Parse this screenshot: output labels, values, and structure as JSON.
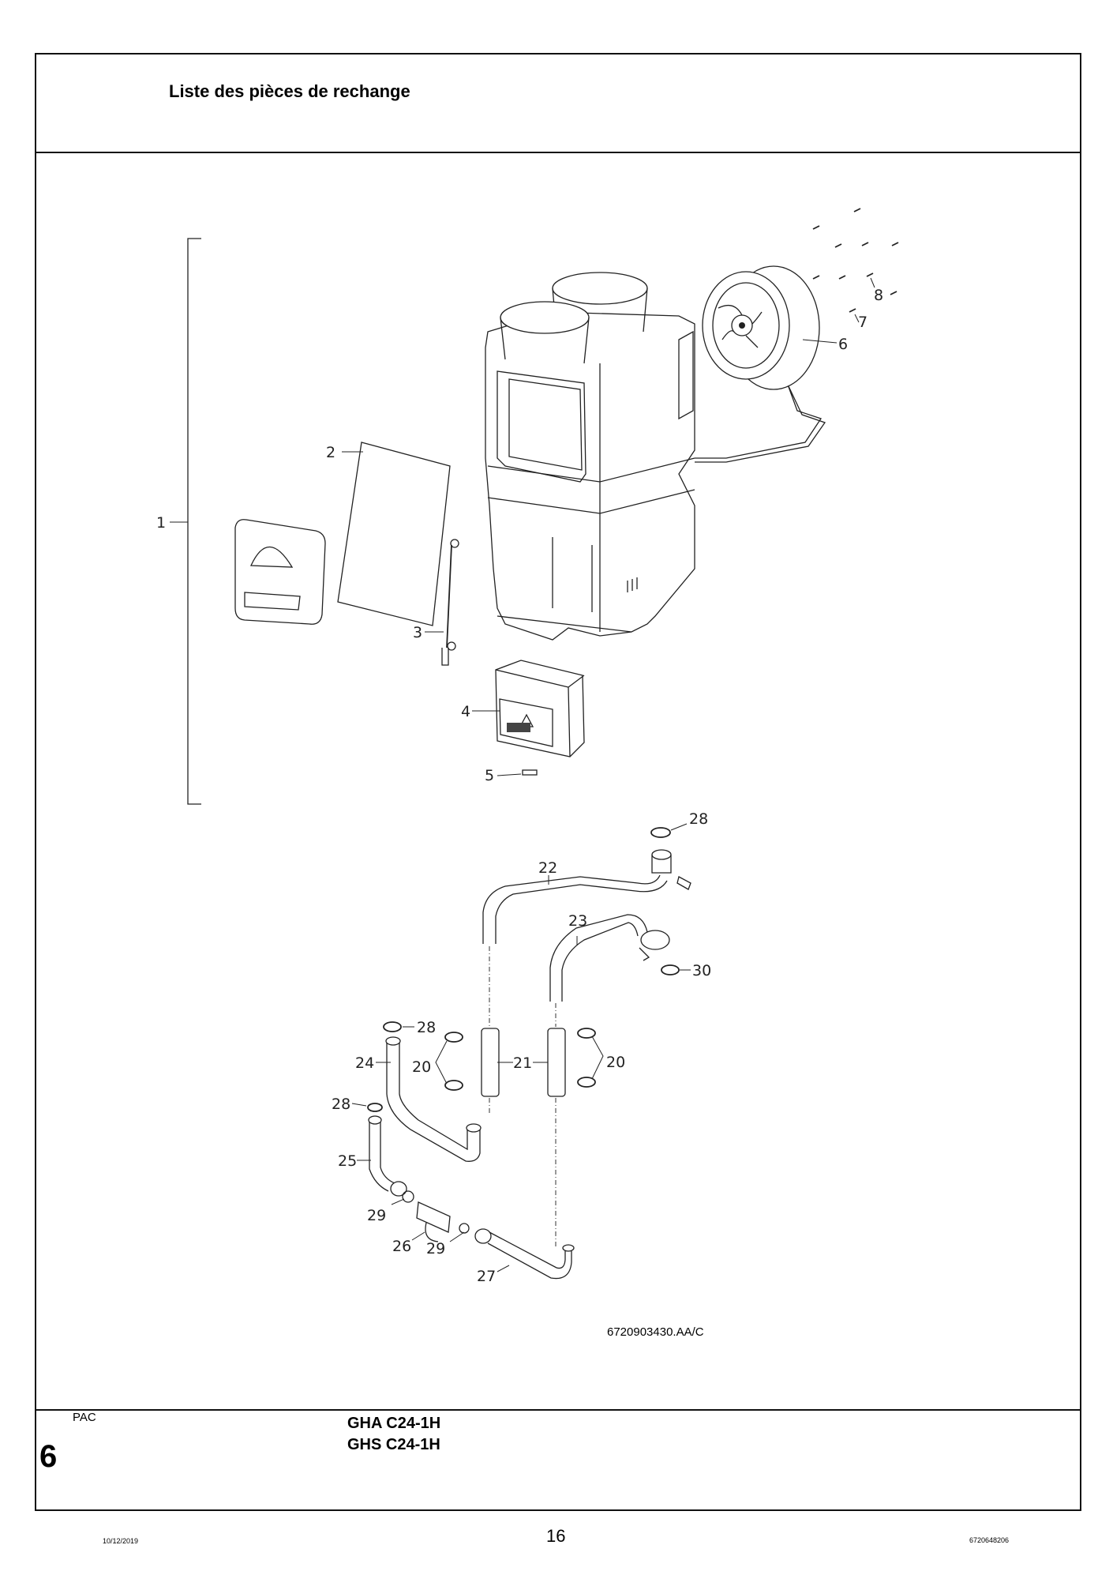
{
  "header": {
    "title": "Liste des pièces de rechange"
  },
  "diagram": {
    "reference": "6720903430.AA/C",
    "callouts": [
      {
        "id": "c1",
        "label": "1"
      },
      {
        "id": "c2",
        "label": "2"
      },
      {
        "id": "c3",
        "label": "3"
      },
      {
        "id": "c4",
        "label": "4"
      },
      {
        "id": "c5",
        "label": "5"
      },
      {
        "id": "c6",
        "label": "6"
      },
      {
        "id": "c7",
        "label": "7"
      },
      {
        "id": "c8",
        "label": "8"
      },
      {
        "id": "c20a",
        "label": "20"
      },
      {
        "id": "c20b",
        "label": "20"
      },
      {
        "id": "c21",
        "label": "21"
      },
      {
        "id": "c22",
        "label": "22"
      },
      {
        "id": "c23",
        "label": "23"
      },
      {
        "id": "c24",
        "label": "24"
      },
      {
        "id": "c25",
        "label": "25"
      },
      {
        "id": "c26",
        "label": "26"
      },
      {
        "id": "c27",
        "label": "27"
      },
      {
        "id": "c28a",
        "label": "28"
      },
      {
        "id": "c28b",
        "label": "28"
      },
      {
        "id": "c28c",
        "label": "28"
      },
      {
        "id": "c29a",
        "label": "29"
      },
      {
        "id": "c29b",
        "label": "29"
      },
      {
        "id": "c30",
        "label": "30"
      }
    ]
  },
  "footer": {
    "section": "PAC",
    "chapter": "6",
    "models": [
      "GHA C24-1H",
      "GHS C24-1H"
    ],
    "date": "10/12/2019",
    "page": "16",
    "doc_number": "6720648206"
  }
}
